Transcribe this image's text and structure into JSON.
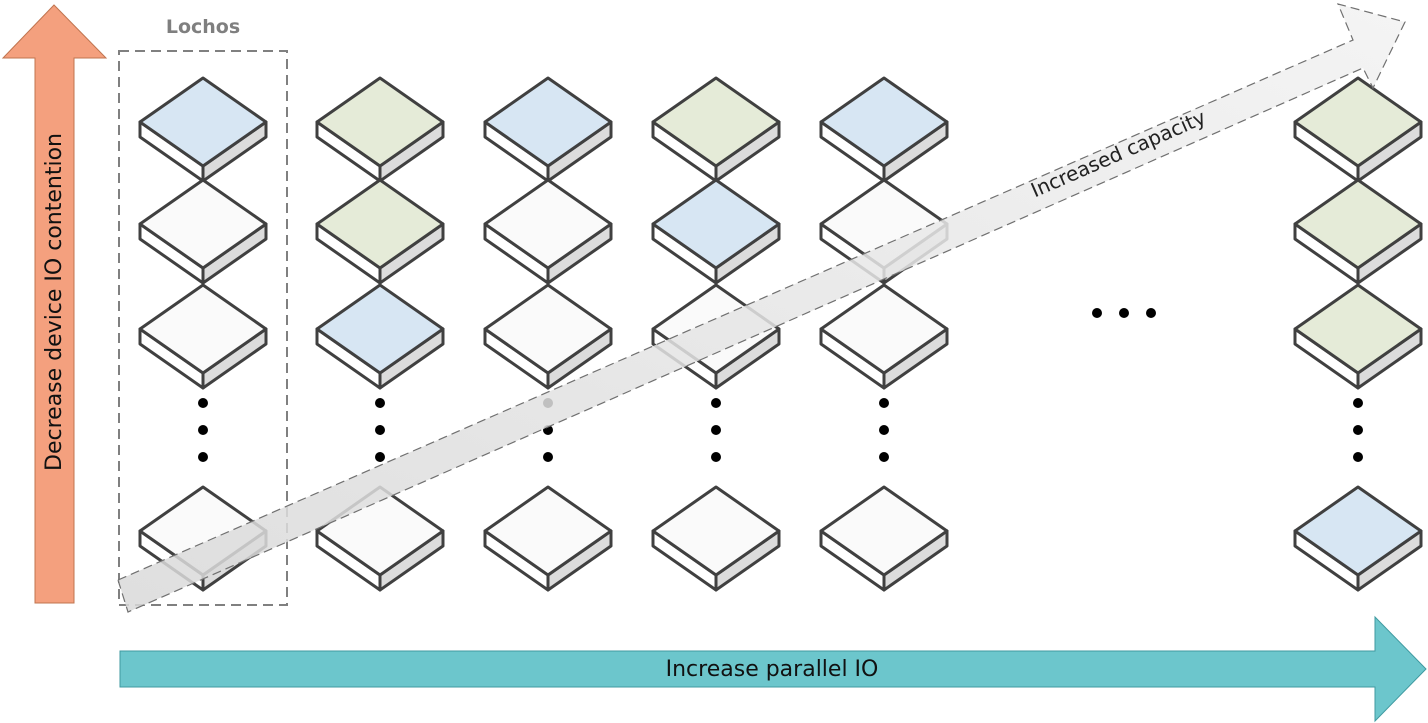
{
  "labels": {
    "vertical_arrow": "Decrease device IO contention",
    "horizontal_arrow": "Increase parallel IO",
    "diagonal_arrow": "Increased capacity",
    "group": "Lochos"
  },
  "colors": {
    "vertical_arrow": "#f4a07e",
    "horizontal_arrow": "#6cc6cc",
    "diagonal_arrow_fill": "#e8e8e8",
    "device_blue": "#d7e6f3",
    "device_green": "#e5ebd8",
    "device_white": "#fafafa",
    "device_outline": "#404040",
    "group_outline": "#808080",
    "group_label": "#7f7f7f"
  },
  "grid": {
    "columns": [
      {
        "devices": [
          "blue",
          "white",
          "white",
          "white"
        ]
      },
      {
        "devices": [
          "green",
          "green",
          "blue",
          "white"
        ]
      },
      {
        "devices": [
          "blue",
          "white",
          "white",
          "white"
        ]
      },
      {
        "devices": [
          "green",
          "blue",
          "white",
          "white"
        ]
      },
      {
        "devices": [
          "blue",
          "white",
          "white",
          "white"
        ]
      },
      {
        "devices": [
          "green",
          "green",
          "green",
          "blue"
        ]
      }
    ]
  }
}
